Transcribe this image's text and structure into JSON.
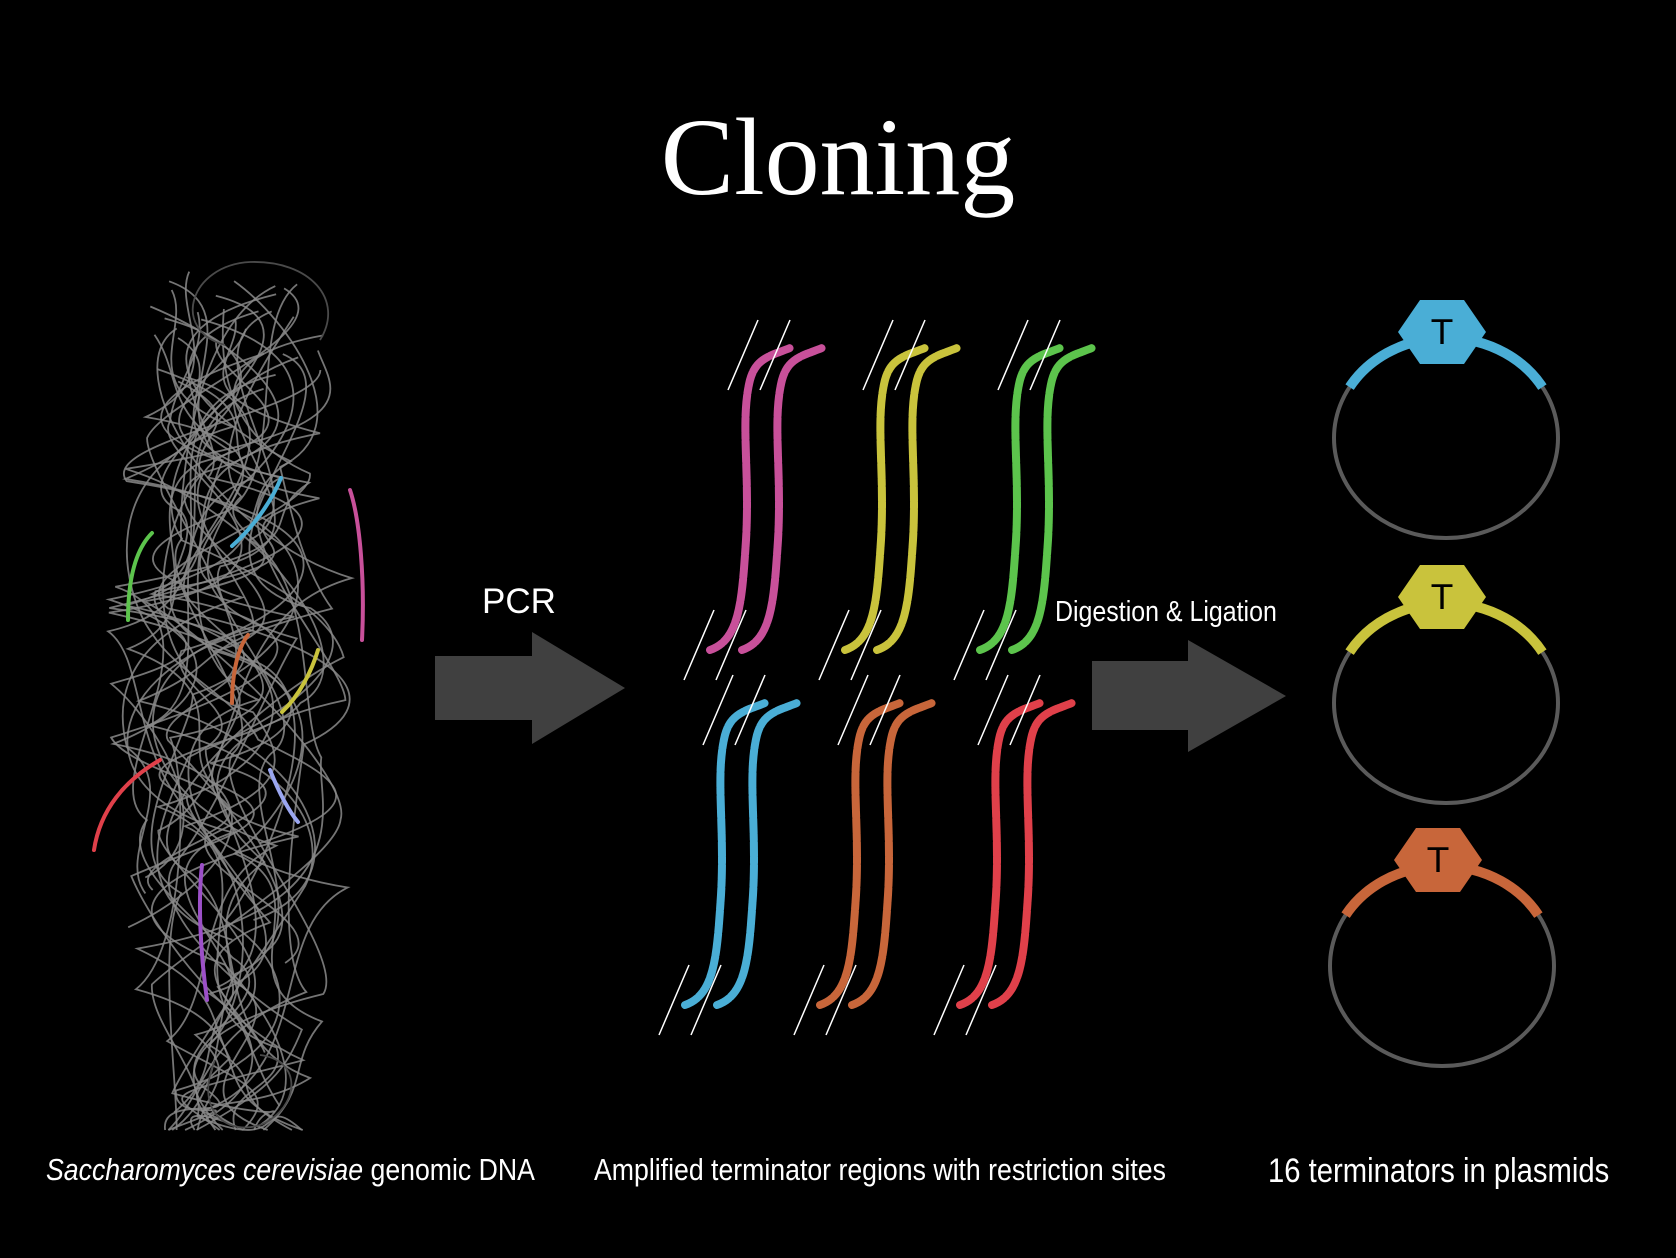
{
  "title": "Cloning",
  "steps": {
    "pcr_label": "PCR",
    "digestion_label": "Digestion & Ligation"
  },
  "captions": {
    "genomic_species": "Saccharomyces cerevisiae",
    "genomic_rest": " genomic DNA",
    "amplified": "Amplified terminator regions with restriction sites",
    "plasmids": "16 terminators in plasmids"
  },
  "terminator_symbol": "T",
  "colors": {
    "background": "#000000",
    "dna_strand": "#8a8a8a",
    "arrow": "#404040",
    "plasmid_ring": "#5a5a5a",
    "magenta": "#c8509a",
    "yellow": "#c9c33c",
    "green": "#5cc44c",
    "blue": "#4aaed6",
    "orange": "#c8663a",
    "red": "#e0404a",
    "violet": "#9c50c8",
    "periwinkle": "#9aa6f0"
  },
  "fragments": [
    {
      "color_key": "magenta"
    },
    {
      "color_key": "yellow"
    },
    {
      "color_key": "green"
    },
    {
      "color_key": "blue"
    },
    {
      "color_key": "orange"
    },
    {
      "color_key": "red"
    }
  ],
  "plasmids": [
    {
      "color_key": "blue"
    },
    {
      "color_key": "yellow"
    },
    {
      "color_key": "orange"
    }
  ]
}
